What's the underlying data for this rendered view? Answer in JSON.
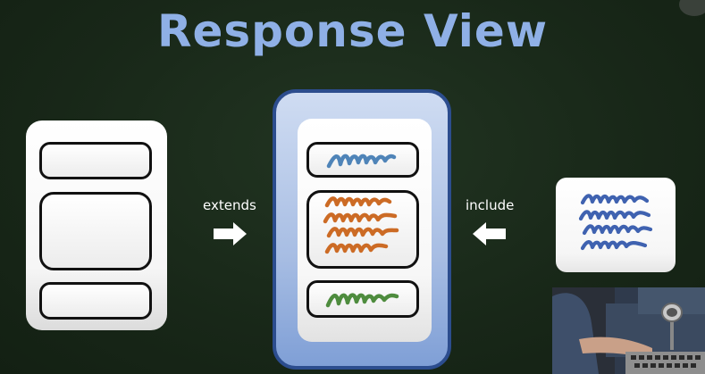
{
  "slide": {
    "title": "Response View"
  },
  "labels": {
    "extends": "extends",
    "include": "include"
  },
  "colors": {
    "title": "#8fb0e6",
    "frame_border": "#2c4d8e",
    "scribble_top": "#4f84b8",
    "scribble_middle": "#cc6b25",
    "scribble_bottom": "#4e8c3e",
    "scribble_include": "#3f62b0"
  },
  "icons": {
    "extends_arrow": "arrow-right-icon",
    "include_arrow": "arrow-left-icon"
  }
}
